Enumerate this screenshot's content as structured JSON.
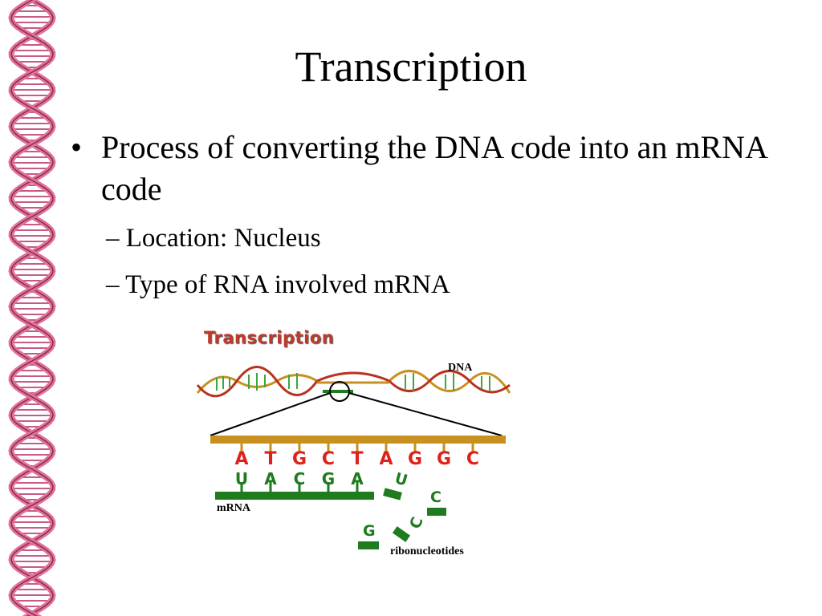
{
  "slide": {
    "title": "Transcription",
    "bullet": "Process of converting the DNA code into an mRNA code",
    "bullet_marker": "•",
    "sub_items": [
      "– Location: Nucleus",
      "– Type of RNA involved mRNA"
    ]
  },
  "diagram": {
    "title": "Transcription",
    "dna_label": "DNA",
    "mrna_label": "mRNA",
    "ribonucleotides_label": "ribonucleotides",
    "dna_bases": [
      "A",
      "T",
      "G",
      "C",
      "T",
      "A",
      "G",
      "G",
      "C"
    ],
    "mrna_bases": [
      "U",
      "A",
      "C",
      "G",
      "A"
    ],
    "free_nucleotides": [
      "U",
      "C",
      "C",
      "G"
    ],
    "colors": {
      "dna_backbone": "#c8901f",
      "dna_base_text": "#e0201a",
      "rna": "#1e7b1e",
      "helix_pink": "#e0729a"
    }
  }
}
